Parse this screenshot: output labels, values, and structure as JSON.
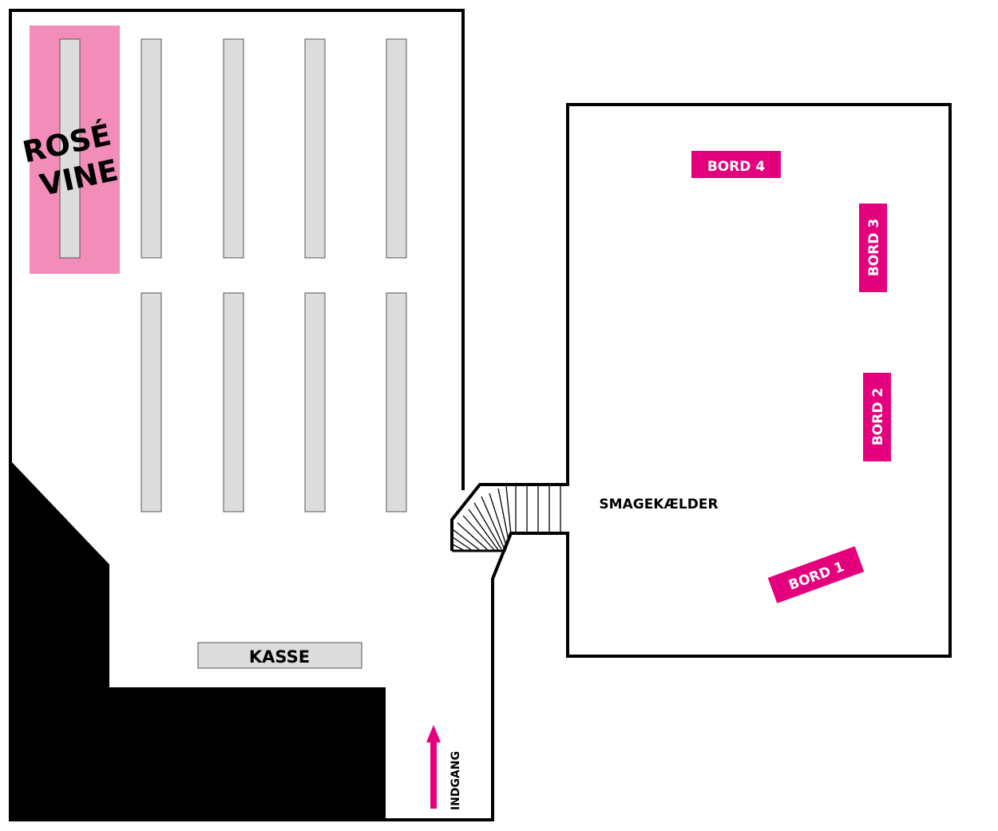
{
  "map": {
    "rose_section_line1": "ROSÉ",
    "rose_section_line2": "VINE",
    "checkout_label": "KASSE",
    "entrance_label": "INDGANG",
    "tasting_cellar_label": "SMAGEKÆLDER",
    "tables": [
      {
        "label": "BORD 4"
      },
      {
        "label": "BORD 3"
      },
      {
        "label": "BORD 2"
      },
      {
        "label": "BORD 1"
      }
    ]
  },
  "colors": {
    "highlight_pink": "#f28cb8",
    "table_magenta": "#e4007c",
    "shelf_gray": "#dcdcdc",
    "wall_black": "#000000"
  }
}
